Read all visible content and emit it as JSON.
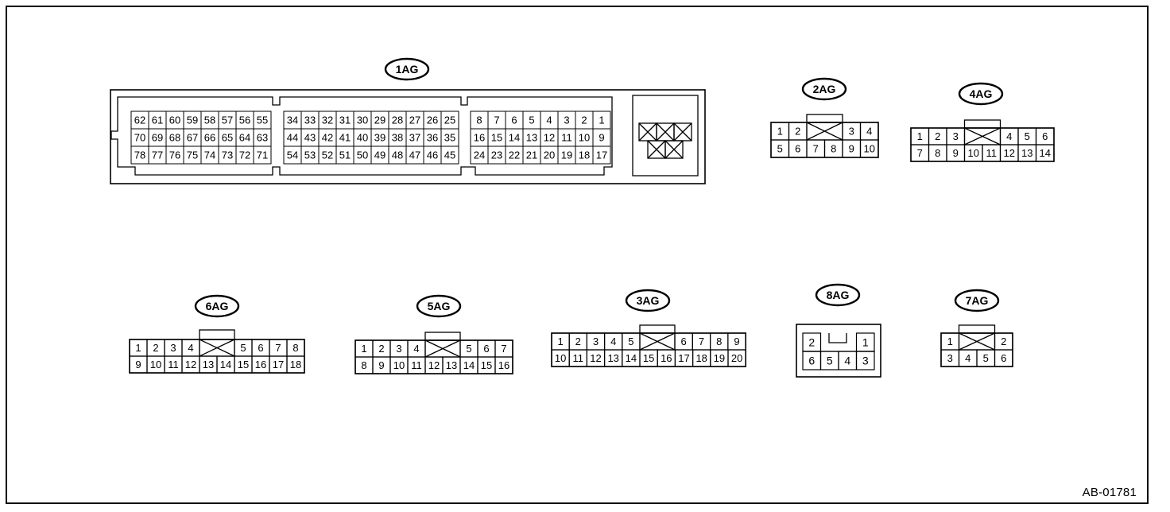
{
  "figure_code": "AB-01781",
  "connectors": {
    "c1AG": {
      "label": "1AG",
      "block_a": {
        "rows": [
          [
            "62",
            "61",
            "60",
            "59",
            "58",
            "57",
            "56",
            "55"
          ],
          [
            "70",
            "69",
            "68",
            "67",
            "66",
            "65",
            "64",
            "63"
          ],
          [
            "78",
            "77",
            "76",
            "75",
            "74",
            "73",
            "72",
            "71"
          ]
        ]
      },
      "block_b": {
        "rows": [
          [
            "34",
            "33",
            "32",
            "31",
            "30",
            "29",
            "28",
            "27",
            "26",
            "25"
          ],
          [
            "44",
            "43",
            "42",
            "41",
            "40",
            "39",
            "38",
            "37",
            "36",
            "35"
          ],
          [
            "54",
            "53",
            "52",
            "51",
            "50",
            "49",
            "48",
            "47",
            "46",
            "45"
          ]
        ]
      },
      "block_c": {
        "rows": [
          [
            "8",
            "7",
            "6",
            "5",
            "4",
            "3",
            "2",
            "1"
          ],
          [
            "16",
            "15",
            "14",
            "13",
            "12",
            "11",
            "10",
            "9"
          ],
          [
            "24",
            "23",
            "22",
            "21",
            "20",
            "19",
            "18",
            "17"
          ]
        ]
      }
    },
    "c2AG": {
      "label": "2AG",
      "top_left": [
        "1",
        "2"
      ],
      "top_right": [
        "3",
        "4"
      ],
      "bottom": [
        "5",
        "6",
        "7",
        "8",
        "9",
        "10"
      ]
    },
    "c4AG": {
      "label": "4AG",
      "top_left": [
        "1",
        "2",
        "3"
      ],
      "top_right": [
        "4",
        "5",
        "6"
      ],
      "bottom": [
        "7",
        "8",
        "9",
        "10",
        "11",
        "12",
        "13",
        "14"
      ]
    },
    "c6AG": {
      "label": "6AG",
      "top_left": [
        "1",
        "2",
        "3",
        "4"
      ],
      "top_right": [
        "5",
        "6",
        "7",
        "8"
      ],
      "bottom": [
        "9",
        "10",
        "11",
        "12",
        "13",
        "14",
        "15",
        "16",
        "17",
        "18"
      ]
    },
    "c5AG": {
      "label": "5AG",
      "top_left": [
        "1",
        "2",
        "3",
        "4"
      ],
      "top_right": [
        "5",
        "6",
        "7"
      ],
      "bottom": [
        "8",
        "9",
        "10",
        "11",
        "12",
        "13",
        "14",
        "15",
        "16"
      ]
    },
    "c3AG": {
      "label": "3AG",
      "top_left": [
        "1",
        "2",
        "3",
        "4",
        "5"
      ],
      "top_right": [
        "6",
        "7",
        "8",
        "9"
      ],
      "bottom": [
        "10",
        "11",
        "12",
        "13",
        "14",
        "15",
        "16",
        "17",
        "18",
        "19",
        "20"
      ]
    },
    "c8AG": {
      "label": "8AG",
      "top_left": [
        "2"
      ],
      "top_right": [
        "1"
      ],
      "bottom": [
        "6",
        "5",
        "4",
        "3"
      ]
    },
    "c7AG": {
      "label": "7AG",
      "top_left": [
        "1"
      ],
      "top_right": [
        "2"
      ],
      "bottom": [
        "3",
        "4",
        "5",
        "6"
      ]
    }
  }
}
